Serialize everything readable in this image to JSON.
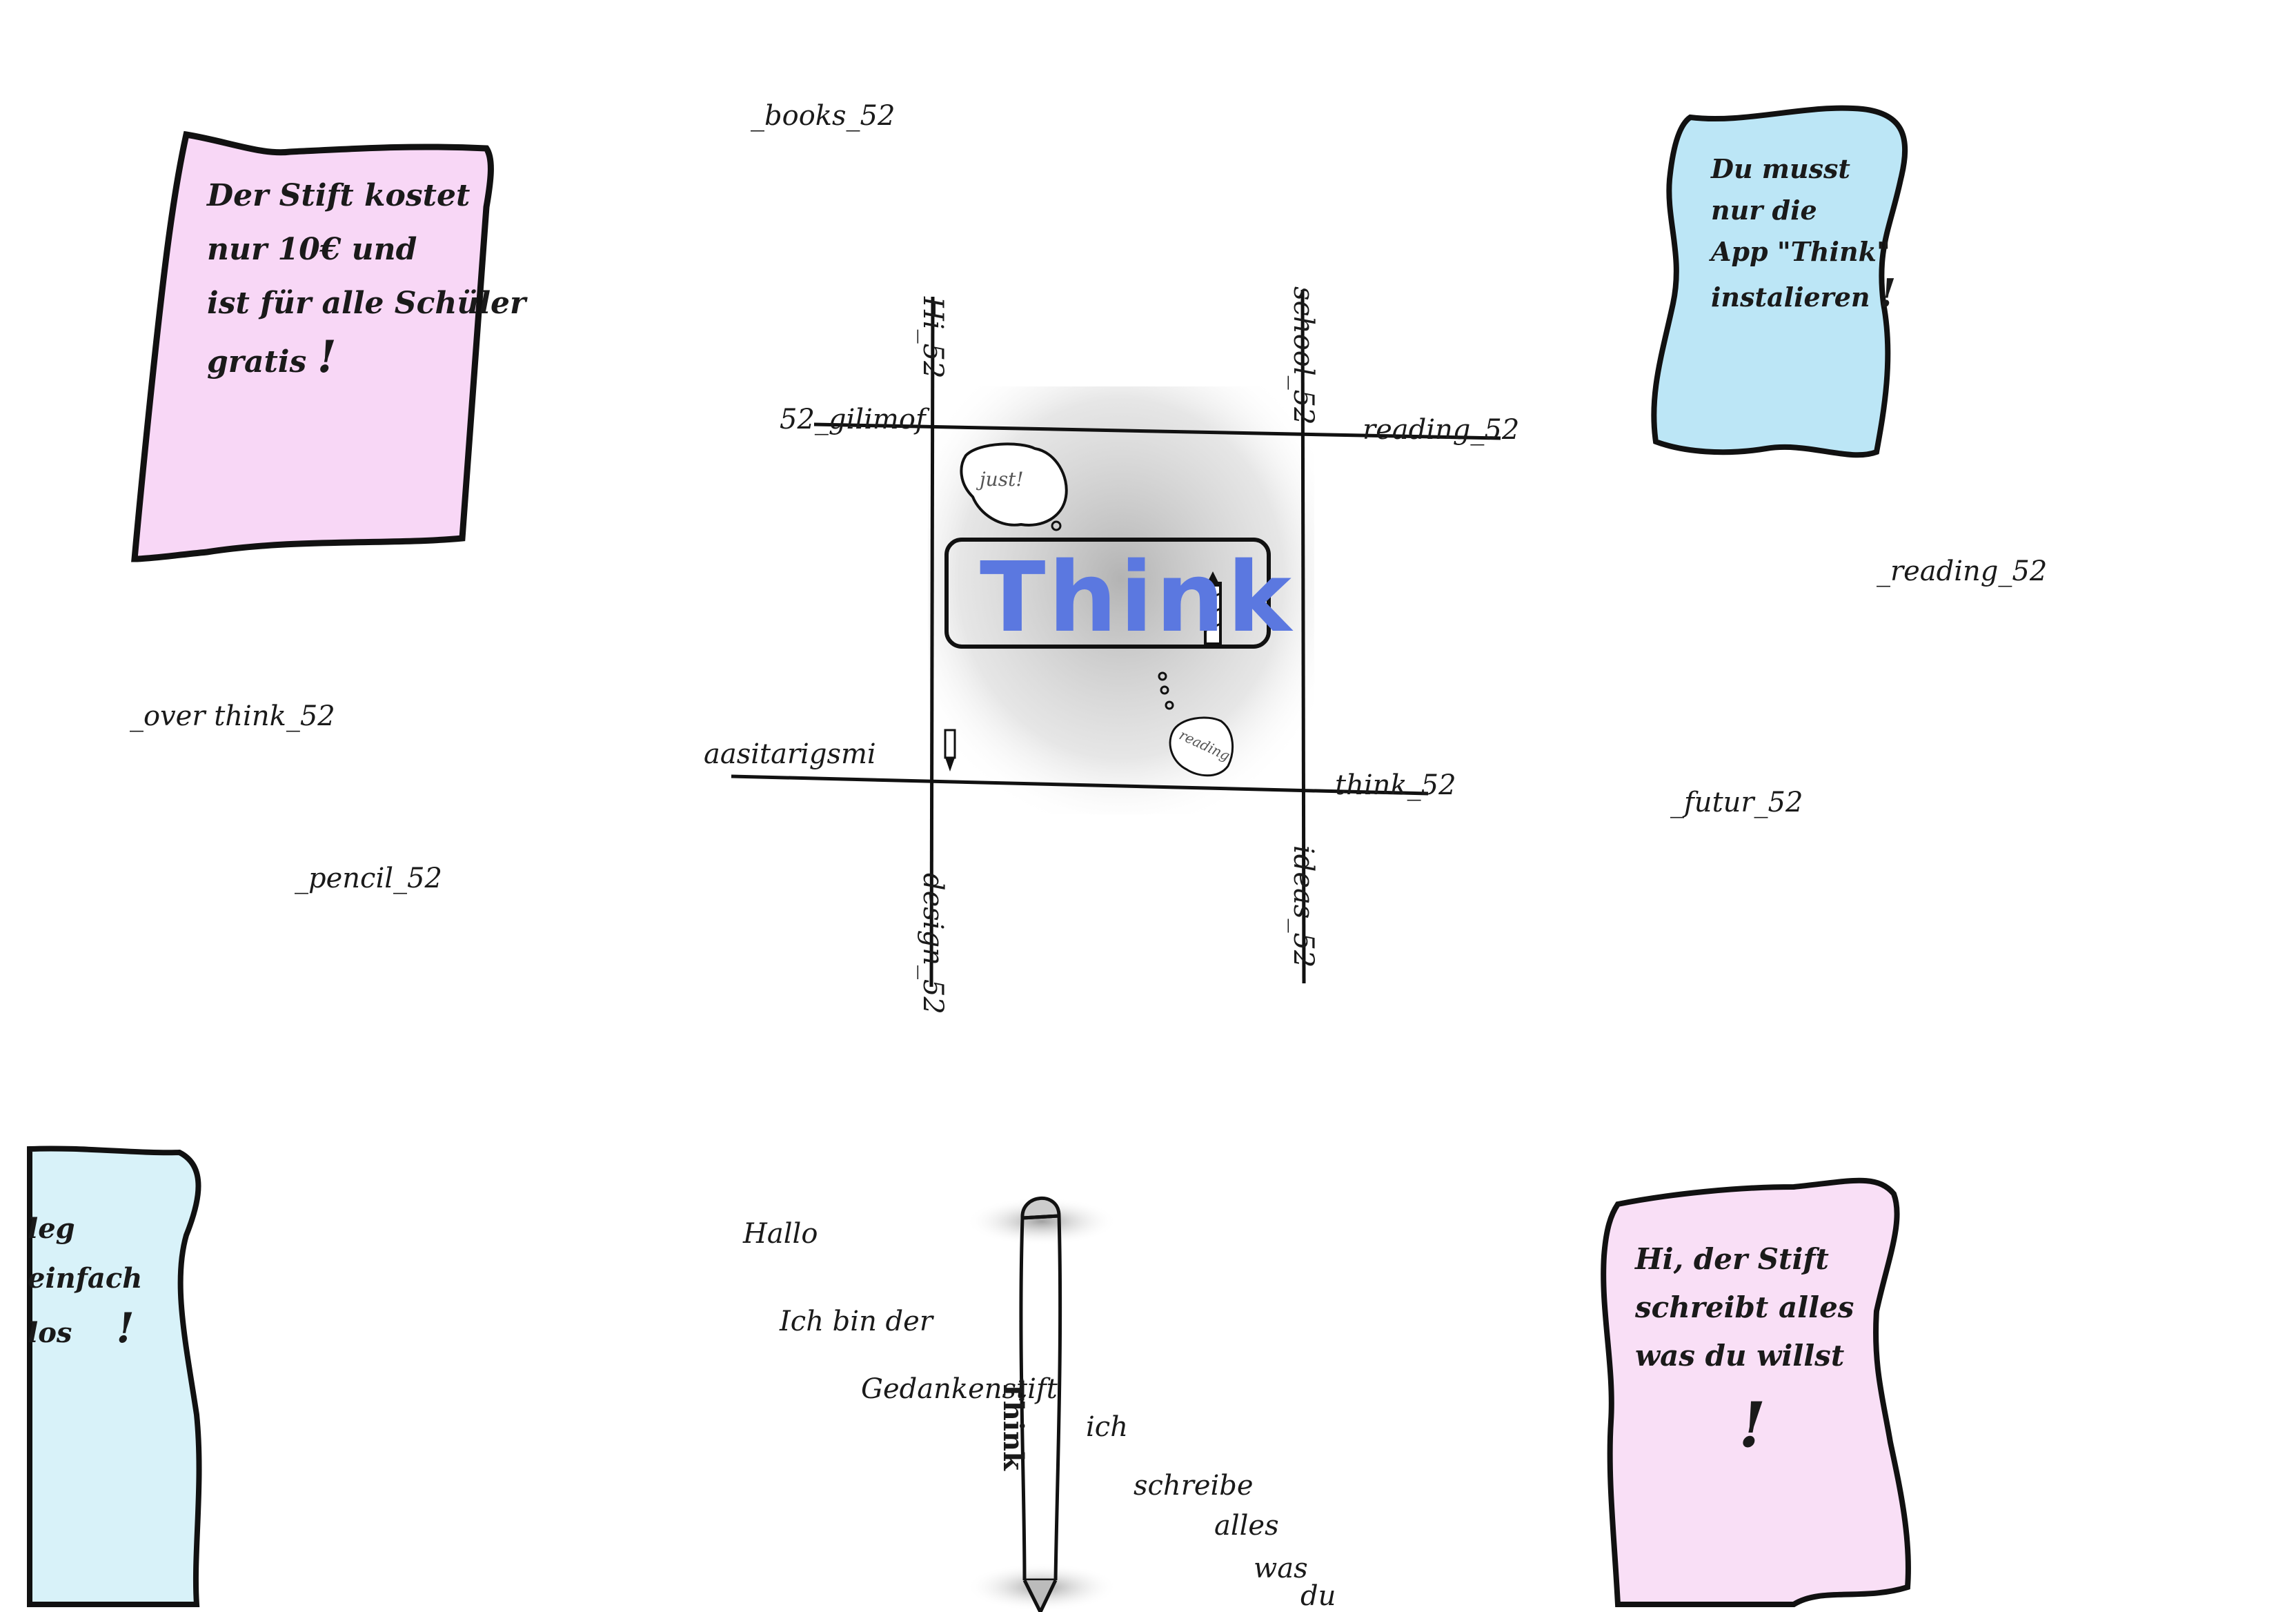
{
  "cards": {
    "top_left": {
      "lines": [
        "Der Stift kostet",
        "nur 10€ und",
        "ist für alle Schüler",
        "gratis"
      ],
      "mark": "!",
      "color": "#f3b6ee"
    },
    "top_right": {
      "lines": [
        "Du musst",
        "nur die",
        "App \"Think\"",
        "instalieren"
      ],
      "mark": "!",
      "color": "#9fdcf2"
    },
    "bottom_left": {
      "lines": [
        "leg",
        "einfach",
        "los"
      ],
      "mark": "!",
      "color": "#c8ecf7"
    },
    "bottom_right": {
      "lines": [
        "Hi, der Stift",
        "schreibt alles",
        "was du willst"
      ],
      "mark": "!",
      "color": "#f6d2f2"
    }
  },
  "labels": {
    "books": "_books_52",
    "over_think": "_over think_52",
    "pencil": "_pencil_52",
    "reading_right": "_reading_52",
    "futur": "_futur_52"
  },
  "frame": {
    "top_left_h": "52_gilimof",
    "top_left_v": "Hi_52",
    "top_right_v": "school_52",
    "top_right_h": "reading_52",
    "bottom_left_h": "aasitarigsmi",
    "bottom_left_v": "design_52",
    "bottom_right_h": "think_52",
    "bottom_right_v": "ideas_52"
  },
  "center": {
    "logo": "Think",
    "logo_color": "#5b78e0",
    "bubble_top": "just!",
    "bubble_bottom": "reading"
  },
  "pencil_story": {
    "brand": "Think",
    "lines": [
      "Hallo",
      "Ich bin der",
      "Gedankenstift",
      "ich",
      "schreibe",
      "alles",
      "was",
      "du"
    ]
  }
}
